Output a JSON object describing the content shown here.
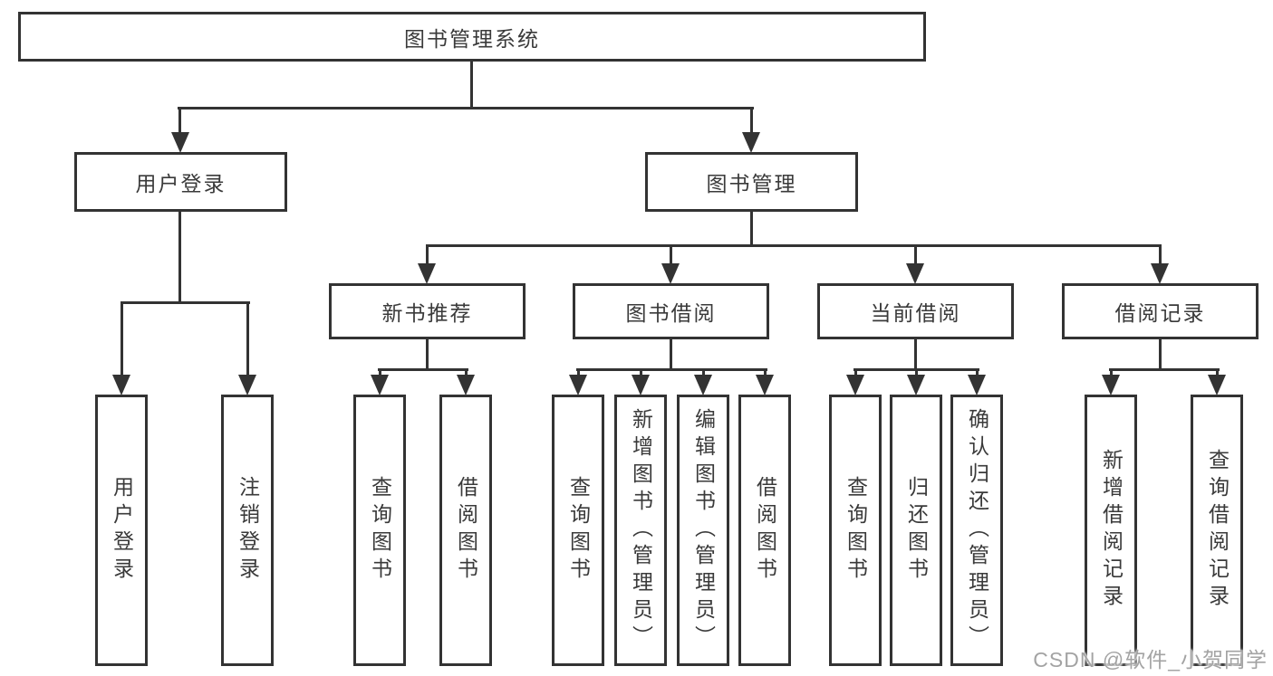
{
  "diagram": {
    "root": {
      "label": "图书管理系统"
    },
    "branches": [
      {
        "label": "用户登录",
        "children": [
          {
            "label": "用户登录"
          },
          {
            "label": "注销登录"
          }
        ]
      },
      {
        "label": "图书管理",
        "children": [
          {
            "label": "新书推荐",
            "children": [
              {
                "label": "查询图书"
              },
              {
                "label": "借阅图书"
              }
            ]
          },
          {
            "label": "图书借阅",
            "children": [
              {
                "label": "查询图书"
              },
              {
                "label": "新增图书（管理员）"
              },
              {
                "label": "编辑图书（管理员）"
              },
              {
                "label": "借阅图书"
              }
            ]
          },
          {
            "label": "当前借阅",
            "children": [
              {
                "label": "查询图书"
              },
              {
                "label": "归还图书"
              },
              {
                "label": "确认归还（管理员）"
              }
            ]
          },
          {
            "label": "借阅记录",
            "children": [
              {
                "label": "新增借阅记录"
              },
              {
                "label": "查询借阅记录"
              }
            ]
          }
        ]
      }
    ]
  },
  "watermark": "CSDN @软件_小贺同学",
  "colors": {
    "line": "#333333",
    "text": "#3a3a3a",
    "background": "#ffffff",
    "watermark": "#a3a3a3"
  }
}
